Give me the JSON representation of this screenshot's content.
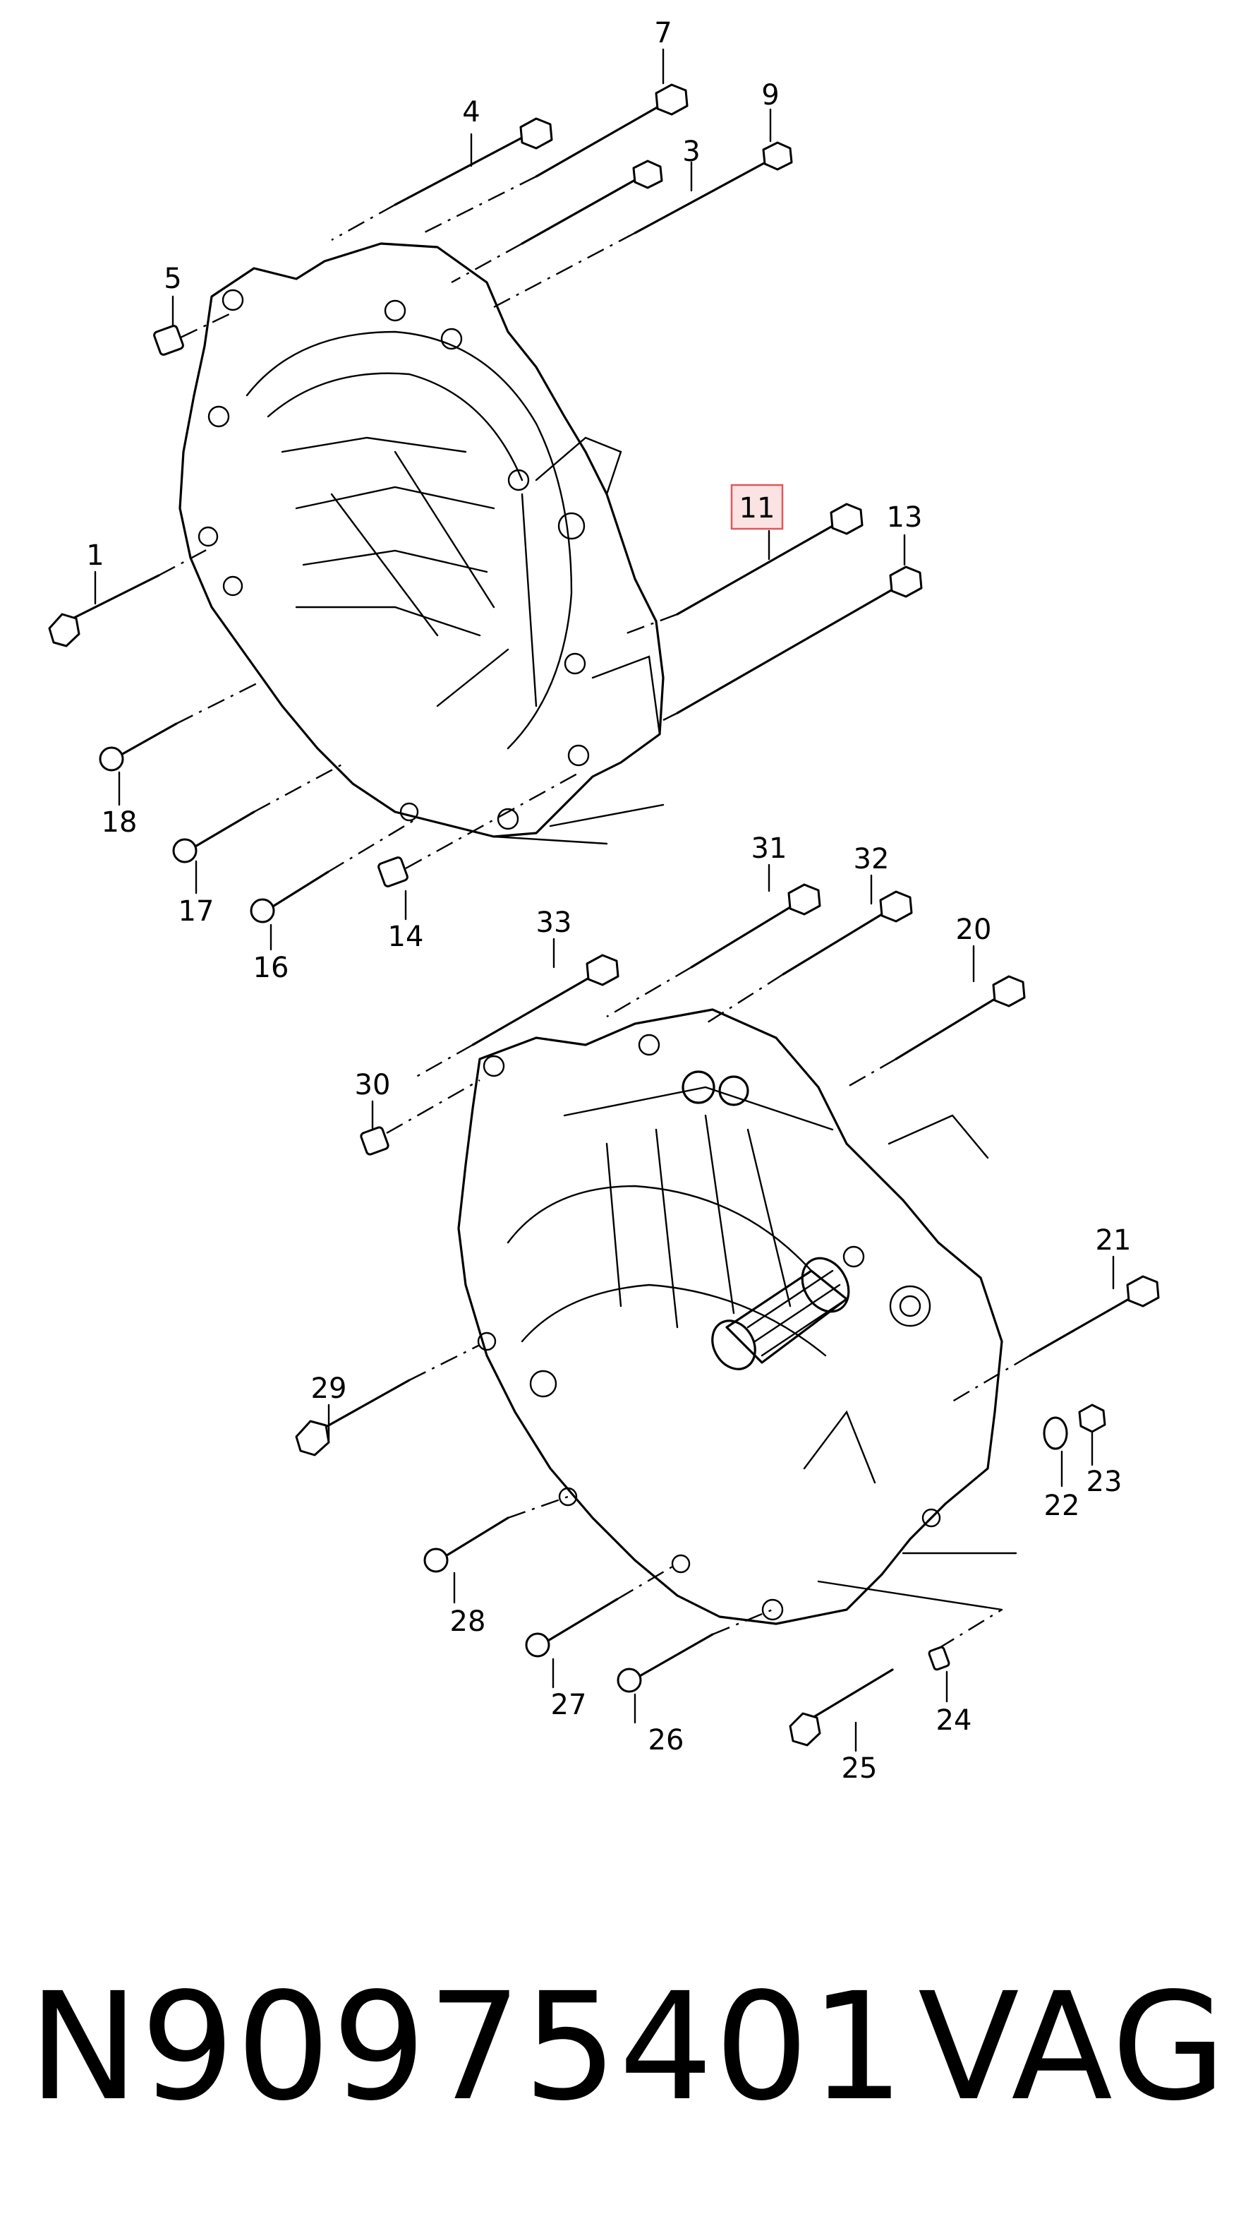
{
  "footer": {
    "part_number": "N90975401",
    "brand": "VAG"
  },
  "callouts": {
    "c1": "1",
    "c3": "3",
    "c4": "4",
    "c5": "5",
    "c7": "7",
    "c9": "9",
    "c11": "11",
    "c13": "13",
    "c14": "14",
    "c16": "16",
    "c17": "17",
    "c18": "18",
    "c20": "20",
    "c21": "21",
    "c22": "22",
    "c23": "23",
    "c24": "24",
    "c25": "25",
    "c26": "26",
    "c27": "27",
    "c28": "28",
    "c29": "29",
    "c30": "30",
    "c31": "31",
    "c32": "32",
    "c33": "33"
  },
  "highlight": {
    "callout": "11",
    "border_color": "#e0575b",
    "fill_color": "#fbe3e3"
  }
}
